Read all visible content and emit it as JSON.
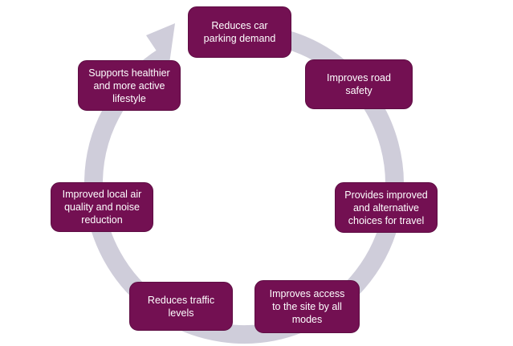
{
  "diagram": {
    "type": "cycle",
    "arrow_direction": "clockwise",
    "colors": {
      "box_fill": "#731052",
      "box_border": "#5E0D43",
      "arrow_ring": "#CFCDDA",
      "text": "#FFFFFF",
      "background": "#FFFFFF"
    },
    "boxes": [
      {
        "position": "top",
        "label": "Reduces car\nparking demand"
      },
      {
        "position": "upper-right",
        "label": "Improves road\nsafety"
      },
      {
        "position": "right",
        "label": "Provides improved\nand alternative\nchoices for travel"
      },
      {
        "position": "bottom-right",
        "label": "Improves access\nto the site by all\nmodes"
      },
      {
        "position": "bottom-left",
        "label": "Reduces traffic\nlevels"
      },
      {
        "position": "left",
        "label": "Improved local air\nquality and noise\nreduction"
      },
      {
        "position": "upper-left",
        "label": "Supports healthier\nand more active\nlifestyle"
      }
    ]
  }
}
